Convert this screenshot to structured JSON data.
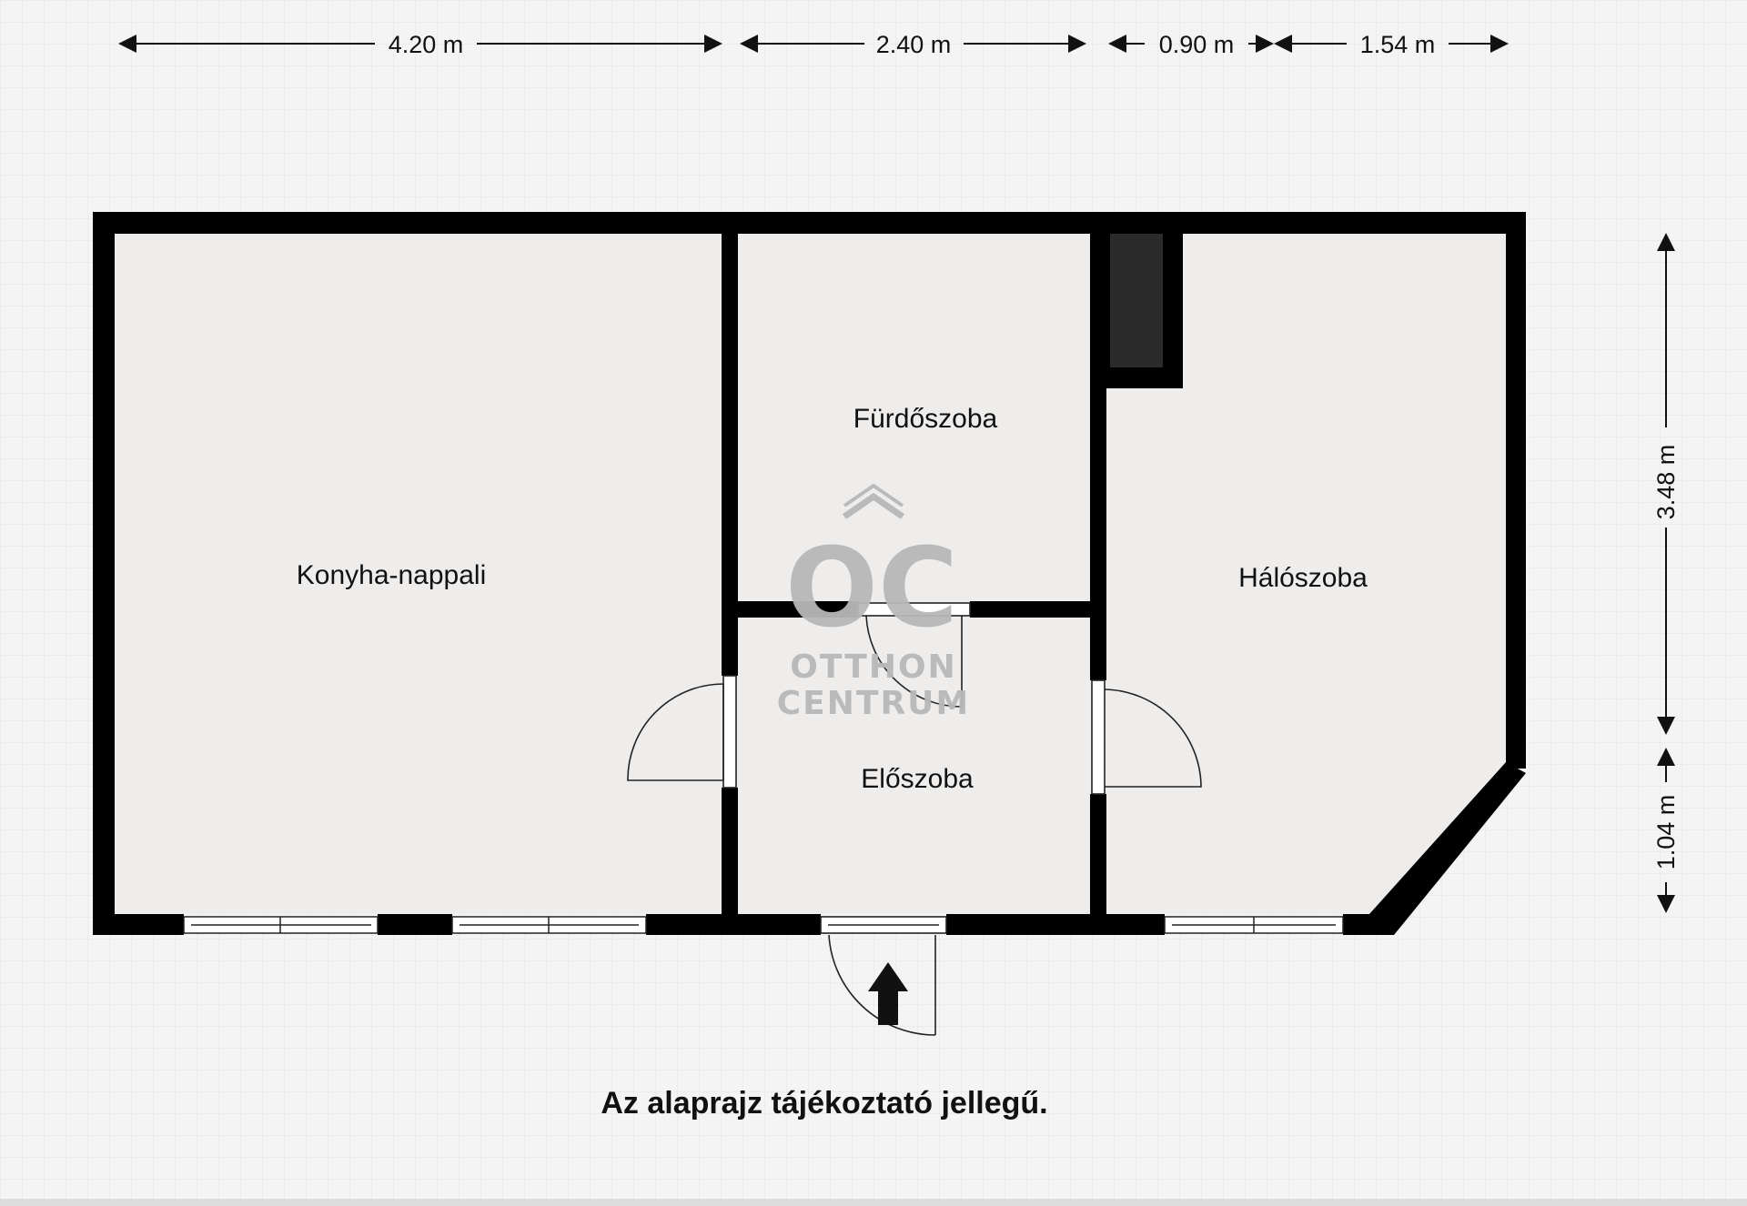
{
  "dimensions": {
    "top": [
      "4.20 m",
      "2.40 m",
      "0.90 m",
      "1.54 m"
    ],
    "right": [
      "3.48 m",
      "1.04 m"
    ]
  },
  "rooms": {
    "living": "Konyha-nappali",
    "bathroom": "Fürdőszoba",
    "hall": "Előszoba",
    "bedroom": "Hálószoba"
  },
  "logo": {
    "mark": "OC",
    "line1": "OTTHON",
    "line2": "CENTRUM"
  },
  "note": "Az alaprajz tájékoztató jellegű.",
  "colors": {
    "wall": "#000000",
    "floor": "#efedeb",
    "background": "#f4f4f4",
    "grid": "#e3e3e3",
    "logo": "#b8b8b8"
  }
}
